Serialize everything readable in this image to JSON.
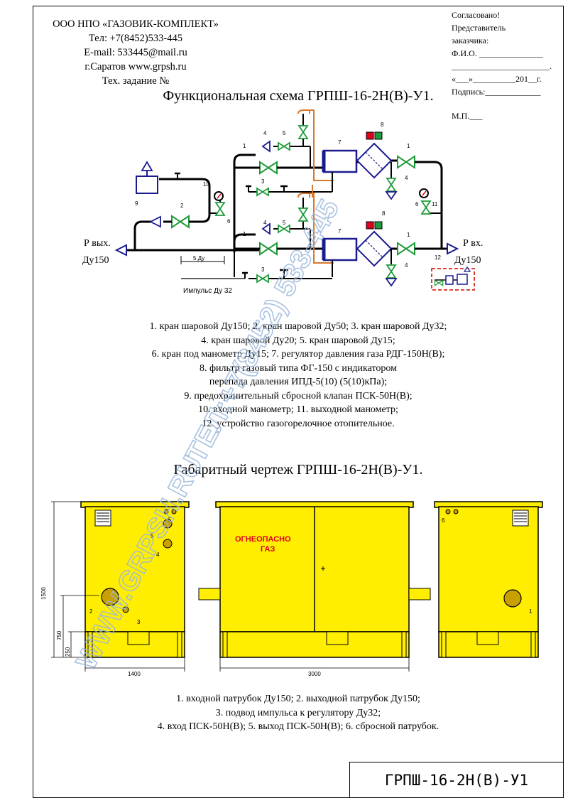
{
  "header": {
    "company": "ООО НПО «ГАЗОВИК-КОМПЛЕКТ»",
    "phone": "Тел: +7(8452)533-445",
    "email": "E-mail: 533445@mail.ru",
    "city_site": "г.Саратов  www.grpsh.ru",
    "spec": "Тех. задание №"
  },
  "approval": {
    "l1": "Согласовано!",
    "l2": "Представитель",
    "l3": "заказчика:",
    "l4": "Ф.И.О. _______________",
    "l5": "_______________________.",
    "l6": "«___»__________201__г.",
    "l7": "Подпись:_____________",
    "l8": "М.П.___"
  },
  "scheme": {
    "title": "Функциональная схема ГРПШ-16-2Н(В)-У1.",
    "p_out": "Р вых.",
    "dn_out": "Ду150",
    "p_in": "Р вх.",
    "dn_in": "Ду150",
    "du5": "5 Ду",
    "impulse": "Импульс Ду 32",
    "n1": "1",
    "n2": "2",
    "n3": "3",
    "n4": "4",
    "n5": "5",
    "n6": "6",
    "n7": "7",
    "n8": "8",
    "n9": "9",
    "n10": "10",
    "n11": "11",
    "n12": "12"
  },
  "legend1": [
    "1. кран шаровой Ду150; 2. кран шаровой Ду50; 3. кран шаровой Ду32;",
    "4. кран шаровой Ду20; 5. кран шаровой Ду15;",
    "6. кран под манометр Ду15; 7. регулятор давления газа РДГ-150Н(В);",
    "8. фильтр газовый типа ФГ-150 с индикатором",
    "перепада давления ИПД-5(10) (5(10)кПа);",
    "9. предохранительный сбросной клапан ПСК-50Н(В);",
    "10. входной манометр; 11. выходной манометр;",
    "12. устройство газогорелочное отопительное."
  ],
  "drawing": {
    "title": "Габаритный чертеж ГРПШ-16-2Н(В)-У1.",
    "warning1": "ОГНЕОПАСНО",
    "warning2": "ГАЗ",
    "dim_h_total": "1500",
    "dim_h_mid": "750",
    "dim_h_low": "250",
    "dim_w_side": "1400",
    "dim_w_front": "3000",
    "c1": "1",
    "c2": "2",
    "c3": "3",
    "c4": "4",
    "c5": "5",
    "c6": "6",
    "c6b": "6"
  },
  "legend2": [
    "1. входной патрубок Ду150; 2. выходной патрубок Ду150;",
    "3. подвод импульса к регулятору Ду32;",
    "4. вход ПСК-50Н(В); 5. выход ПСК-50Н(В); 6. сбросной патрубок."
  ],
  "watermark": {
    "url": "WWW.GRPSH.RU",
    "phone": "ТЕЛ:+7(8452) 533-445"
  },
  "stamp": "ГРПШ-16-2Н(В)-У1",
  "colors": {
    "valve": "#1f9b3a",
    "pipe": "#000000",
    "regulator": "#1b1b8f",
    "orange_pipe": "#d9772a",
    "cabinet": "#ffee00",
    "watermark": "#9cb8dc",
    "warning": "#e0001b",
    "burner_box": "#d9281b"
  }
}
